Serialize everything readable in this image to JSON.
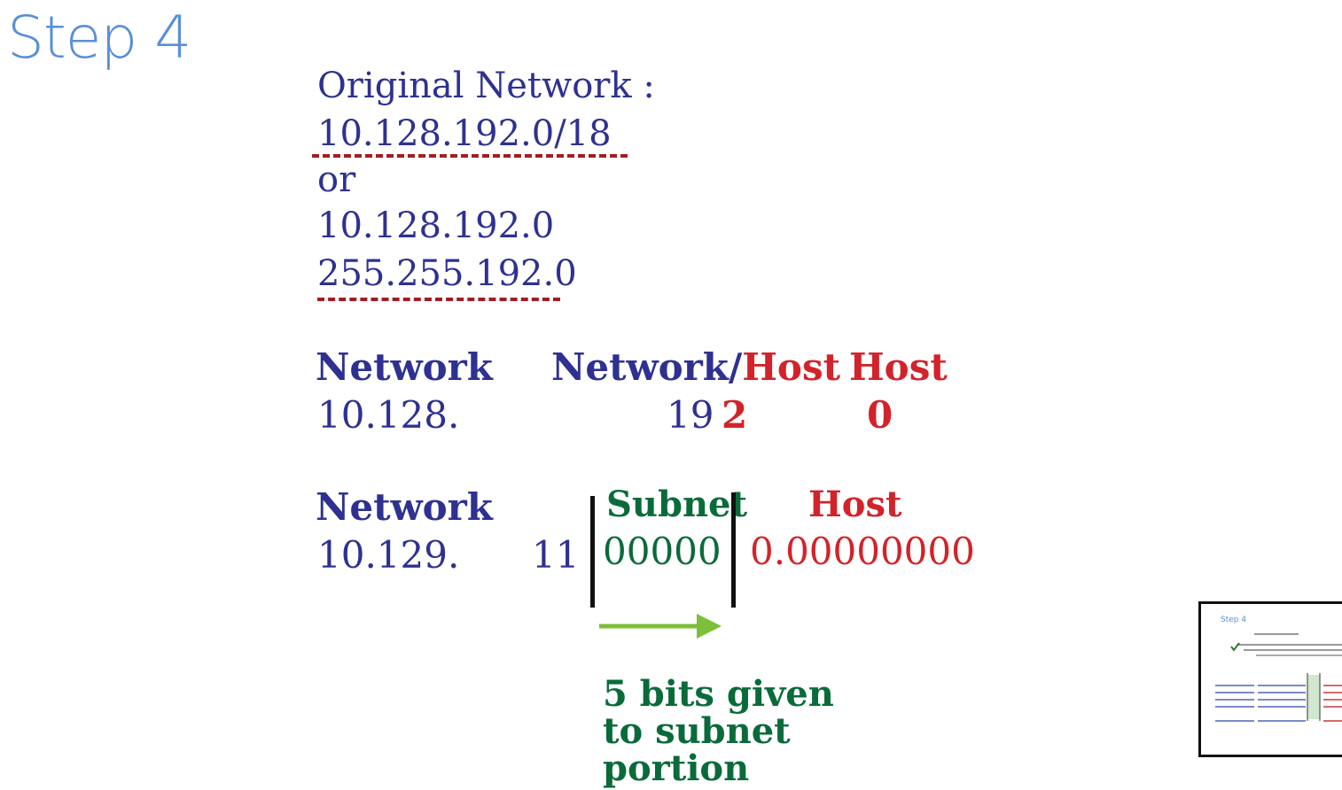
{
  "step_label": "Step 4",
  "original": {
    "heading": "Original Network :",
    "cidr": "10.128.192.0/18",
    "or": "or",
    "ip": "10.128.192.0",
    "mask": "255.255.192.0"
  },
  "block1": {
    "network_label": "Network",
    "nethost_label_network": "Network/",
    "nethost_label_host": "Host",
    "host_label": "Host",
    "network_value": "10.128.",
    "mid_value_blue": "19",
    "mid_value_red": "2",
    "host_value": "0"
  },
  "block2": {
    "network_label": "Network",
    "subnet_label": "Subnet",
    "host_label": "Host",
    "network_value": "10.129.",
    "prefix_bits": "11",
    "subnet_bits": "00000",
    "host_bits": "0.00000000"
  },
  "annotation": {
    "line1": "5 bits given",
    "line2": "to subnet",
    "line3": "portion"
  },
  "colors": {
    "blue": "#2e3191",
    "red": "#d2232a",
    "green": "#0a6b3a",
    "arrow": "#7cbf3a",
    "handwriting": "#5a8fd8"
  },
  "thumbnail": {
    "title": "Step 4"
  }
}
